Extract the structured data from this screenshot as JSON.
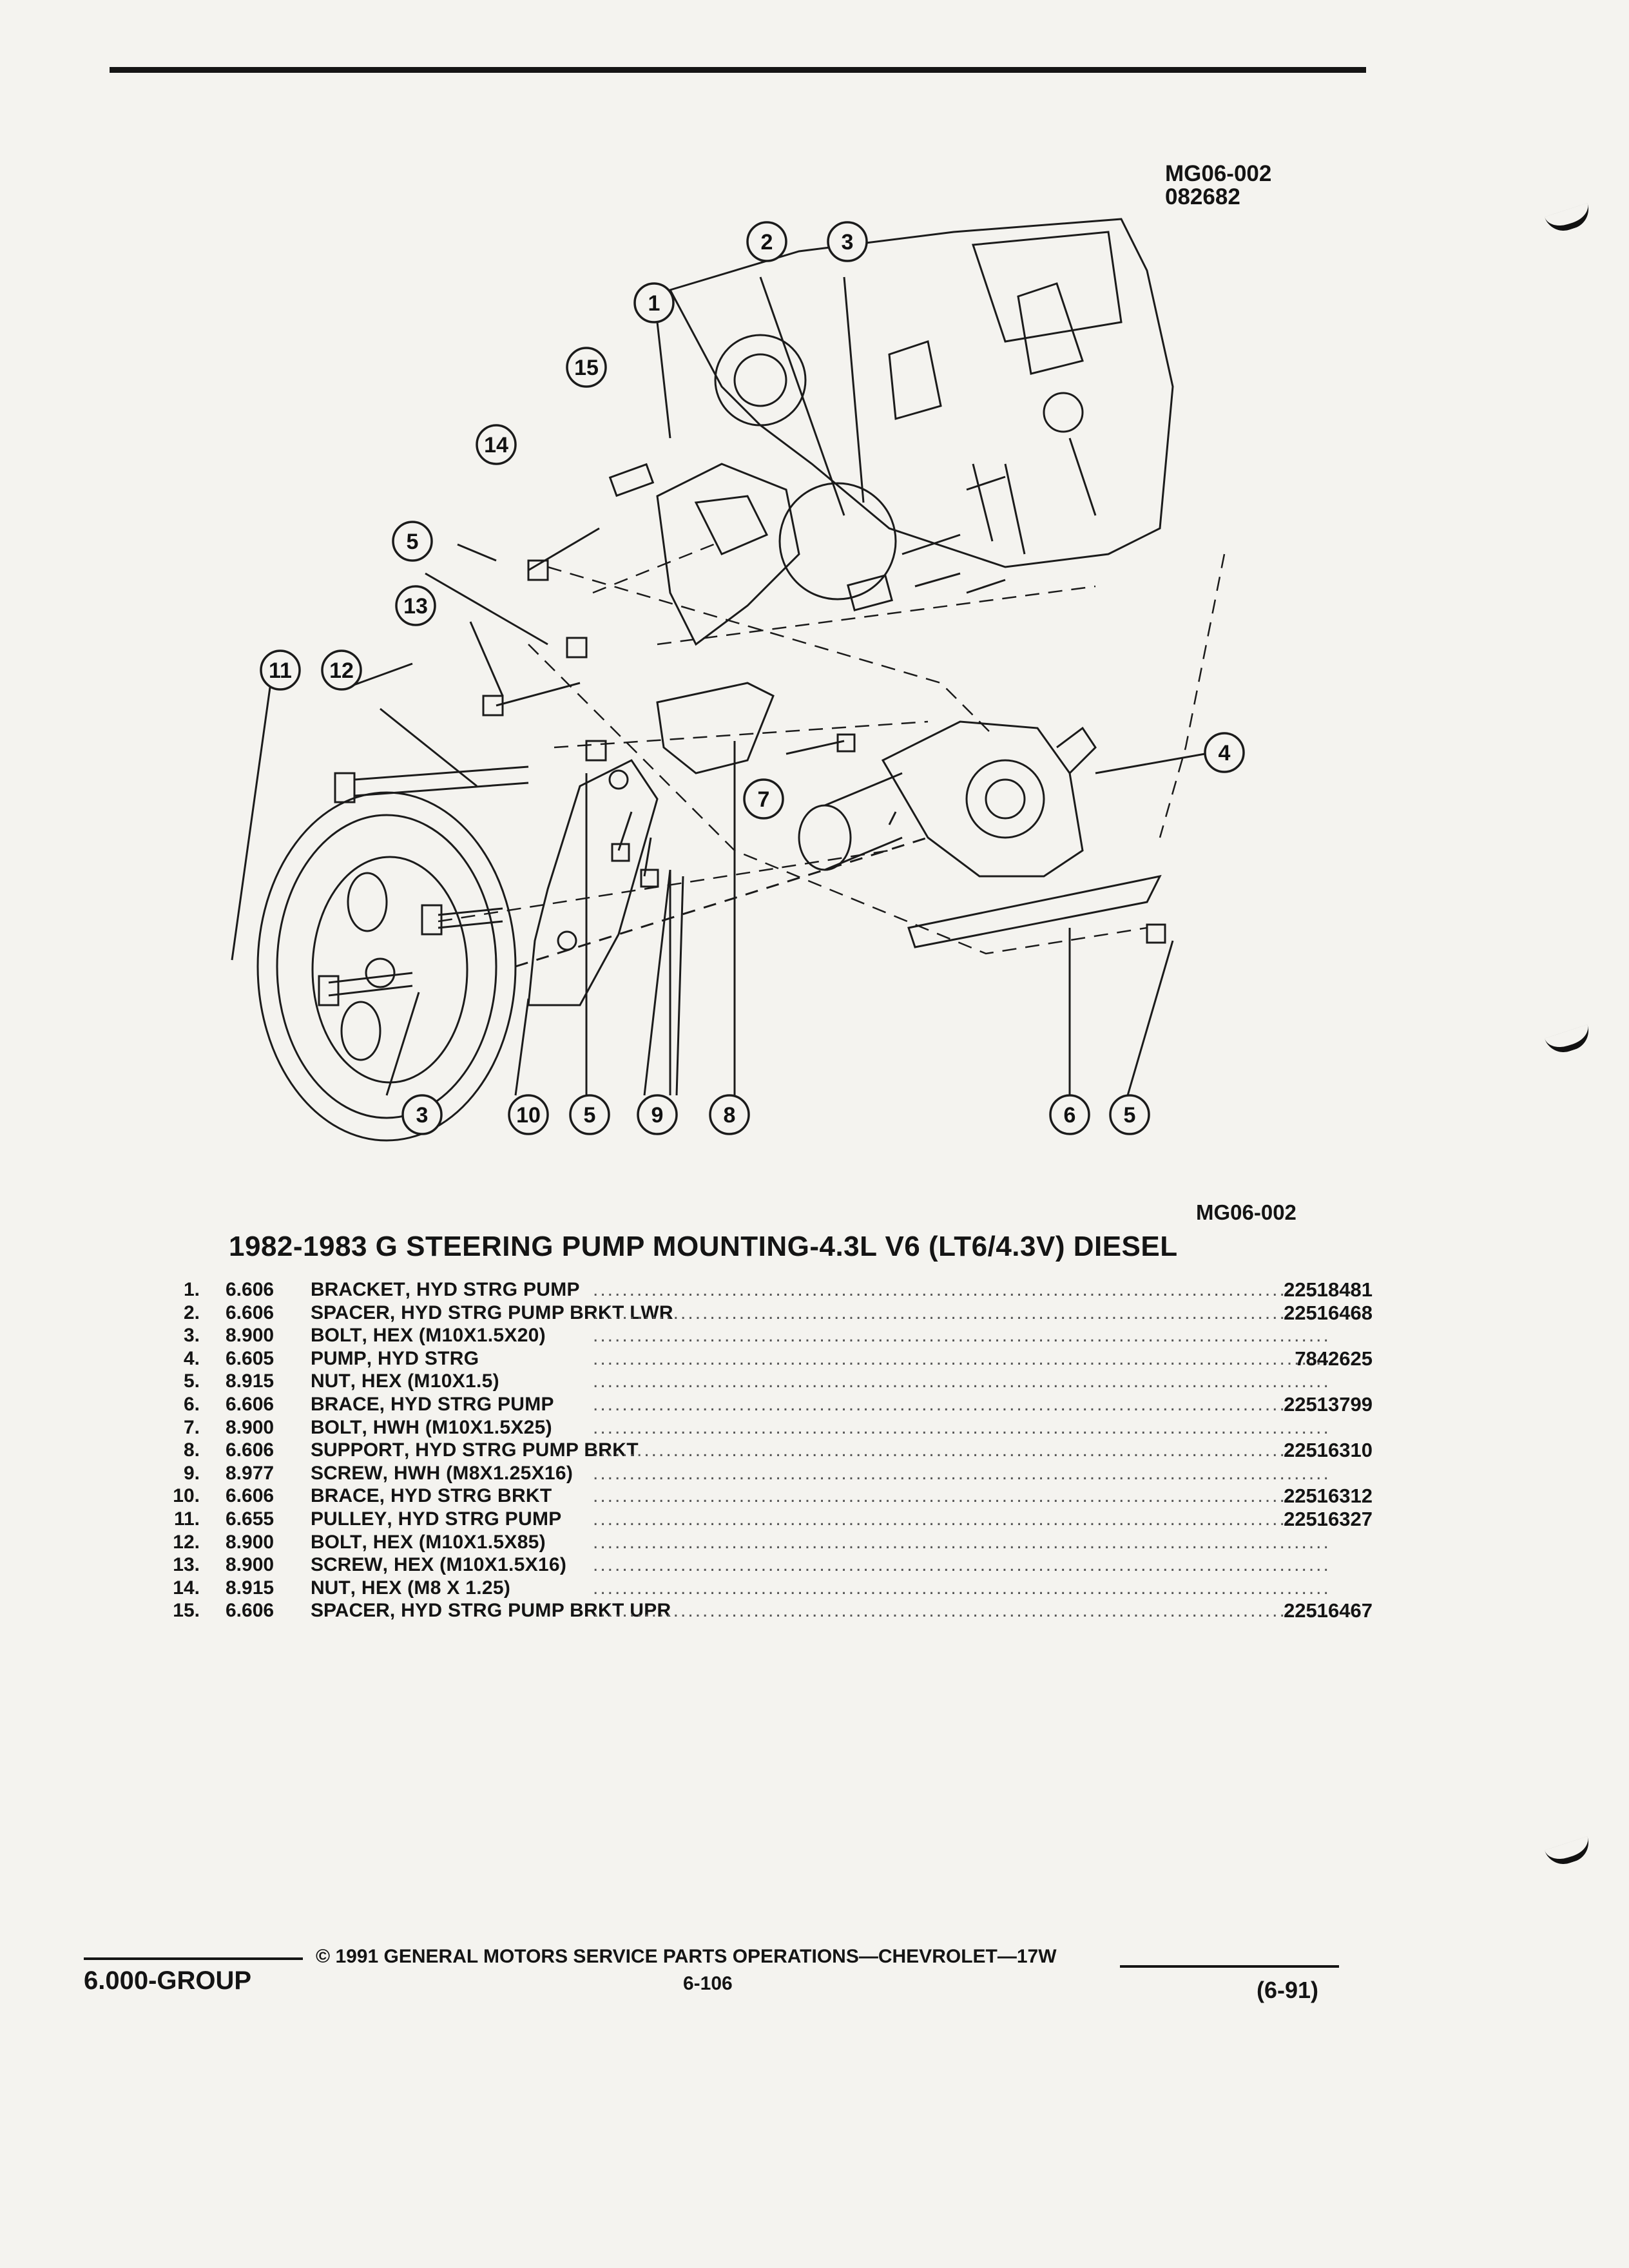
{
  "figure": {
    "code_top": "MG06-002",
    "date_code": "082682",
    "code_bottom": "MG06-002",
    "callouts": [
      "1",
      "2",
      "3",
      "4",
      "5",
      "6",
      "7",
      "8",
      "9",
      "10",
      "11",
      "12",
      "13",
      "14",
      "15"
    ],
    "callouts_bottom_row": [
      "3",
      "10",
      "5",
      "9",
      "8",
      "6",
      "5"
    ],
    "callouts_left": [
      "11",
      "12",
      "13",
      "5",
      "14",
      "15"
    ]
  },
  "title": "1982-1983 G STEERING PUMP MOUNTING-4.3L V6 (LT6/4.3V) DIESEL",
  "parts": [
    {
      "num": "1.",
      "group": "6.606",
      "name": "BRACKET",
      "desc": ", HYD STRG PUMP",
      "pn": "22518481"
    },
    {
      "num": "2.",
      "group": "6.606",
      "name": "SPACER",
      "desc": ", HYD STRG PUMP BRKT LWR",
      "pn": "22516468"
    },
    {
      "num": "3.",
      "group": "8.900",
      "name": "BOLT",
      "desc": ", HEX (M10X1.5X20)",
      "pn": ""
    },
    {
      "num": "4.",
      "group": "6.605",
      "name": "PUMP",
      "desc": ", HYD STRG",
      "pn": "7842625"
    },
    {
      "num": "5.",
      "group": "8.915",
      "name": "NUT",
      "desc": ", HEX (M10X1.5)",
      "pn": ""
    },
    {
      "num": "6.",
      "group": "6.606",
      "name": "BRACE",
      "desc": ", HYD STRG PUMP",
      "pn": "22513799"
    },
    {
      "num": "7.",
      "group": "8.900",
      "name": "BOLT",
      "desc": ", HWH (M10X1.5X25)",
      "pn": ""
    },
    {
      "num": "8.",
      "group": "6.606",
      "name": "SUPPORT",
      "desc": ", HYD STRG PUMP BRKT",
      "pn": "22516310"
    },
    {
      "num": "9.",
      "group": "8.977",
      "name": "SCREW",
      "desc": ", HWH (M8X1.25X16)",
      "pn": ""
    },
    {
      "num": "10.",
      "group": "6.606",
      "name": "BRACE",
      "desc": ", HYD STRG BRKT",
      "pn": "22516312"
    },
    {
      "num": "11.",
      "group": "6.655",
      "name": "PULLEY",
      "desc": ", HYD STRG PUMP",
      "pn": "22516327"
    },
    {
      "num": "12.",
      "group": "8.900",
      "name": "BOLT",
      "desc": ", HEX (M10X1.5X85)",
      "pn": ""
    },
    {
      "num": "13.",
      "group": "8.900",
      "name": "SCREW",
      "desc": ", HEX (M10X1.5X16)",
      "pn": ""
    },
    {
      "num": "14.",
      "group": "8.915",
      "name": "NUT",
      "desc": ", HEX (M8 X 1.25)",
      "pn": ""
    },
    {
      "num": "15.",
      "group": "6.606",
      "name": "SPACER",
      "desc": ", HYD STRG PUMP BRKT UPR",
      "pn": "22516467"
    }
  ],
  "footer": {
    "copyright": "© 1991 GENERAL MOTORS SERVICE PARTS OPERATIONS—CHEVROLET—17W",
    "group": "6.000-GROUP",
    "page": "6-106",
    "revision": "(6-91)"
  }
}
